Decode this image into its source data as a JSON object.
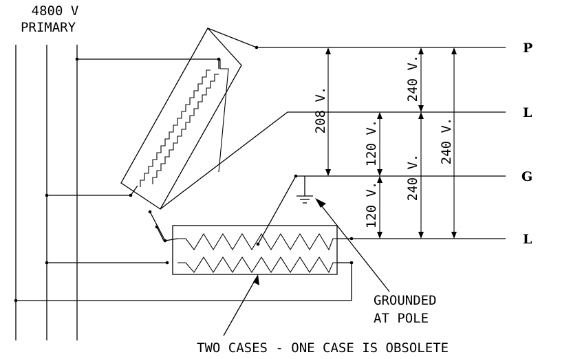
{
  "primary": {
    "voltage": "4800 V",
    "label": "PRIMARY"
  },
  "terminals": {
    "p": "P",
    "l1": "L",
    "g": "G",
    "l2": "L"
  },
  "voltages": {
    "p_to_g": "208 V.",
    "p_to_l1": "240 V.",
    "p_to_l2": "240 V.",
    "l1_to_g": "120 V.",
    "g_to_l2": "120 V.",
    "l1_to_l2": "240 V."
  },
  "notes": {
    "grounded_line1": "GROUNDED",
    "grounded_line2": "AT POLE",
    "cases": "TWO CASES - ONE CASE IS OBSOLETE"
  }
}
